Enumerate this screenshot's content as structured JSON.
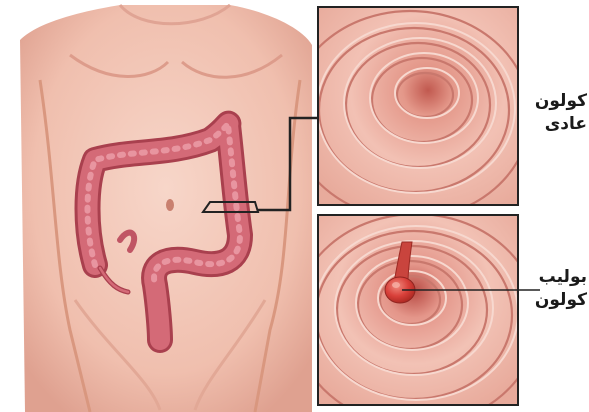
{
  "labels": {
    "normal_colon": {
      "line1": "كولون",
      "line2": "عادى"
    },
    "colon_polyp": {
      "line1": "بوليب",
      "line2": "كولون"
    }
  },
  "colors": {
    "skin": "#f2c3b4",
    "skin_shadow": "#e3a08e",
    "colon": "#d46a77",
    "colon_dark": "#a9404e",
    "mucosa": "#efb7aa",
    "mucosa_dark": "#c9786d",
    "polyp": "#d9403a",
    "frame": "#222222"
  }
}
